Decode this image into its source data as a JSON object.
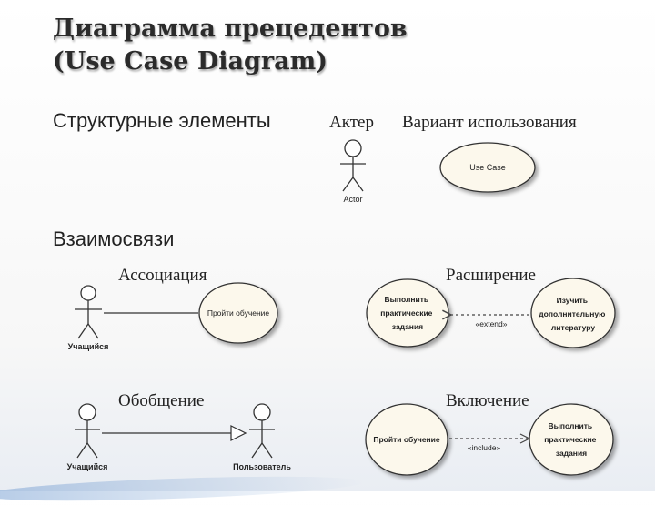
{
  "slide": {
    "title_line1": "Диаграмма прецедентов",
    "title_line2": "(Use Case Diagram)",
    "structural_heading": "Структурные элементы",
    "relations_heading": "Взаимосвязи"
  },
  "elements": {
    "actor_label": "Актер",
    "actor_name": "Actor",
    "usecase_label": "Вариант использования",
    "usecase_name": "Use Case"
  },
  "association": {
    "label": "Ассоциация",
    "actor_name": "Учащийся",
    "usecase_name": "Пройти обучение"
  },
  "extend": {
    "label": "Расширение",
    "base_line1": "Выполнить",
    "base_line2": "практические",
    "base_line3": "задания",
    "ext_line1": "Изучить",
    "ext_line2": "дополнительную",
    "ext_line3": "литературу",
    "stereotype": "«extend»"
  },
  "generalization": {
    "label": "Обобщение",
    "child_name": "Учащийся",
    "parent_name": "Пользователь"
  },
  "include": {
    "label": "Включение",
    "base_name": "Пройти обучение",
    "inc_line1": "Выполнить",
    "inc_line2": "практические",
    "inc_line3": "задания",
    "stereotype": "«include»"
  },
  "colors": {
    "usecase_fill": "#fcf8ec",
    "stroke": "#333333",
    "accent": "#7aa0d2"
  }
}
